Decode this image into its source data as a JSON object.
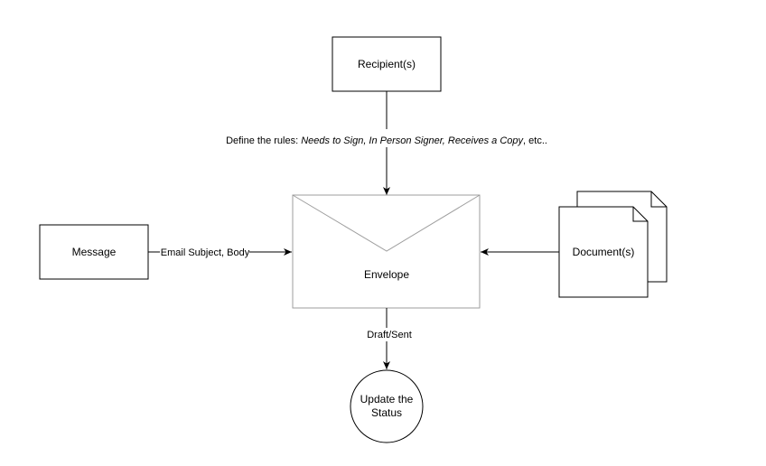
{
  "nodes": {
    "recipients": {
      "label": "Recipient(s)"
    },
    "message": {
      "label": "Message"
    },
    "envelope": {
      "label": "Envelope"
    },
    "documents": {
      "label": "Document(s)"
    },
    "status": {
      "label_line1": "Update the",
      "label_line2": "Status"
    }
  },
  "edges": {
    "recipients_to_envelope": {
      "prefix": "Define the rules: ",
      "rules": "Needs to Sign, In Person Signer, Receives a Copy",
      "suffix": ", etc.."
    },
    "message_to_envelope": {
      "label": "Email Subject, Body"
    },
    "envelope_to_status": {
      "label": "Draft/Sent"
    }
  },
  "colors": {
    "stroke": "#000000",
    "envelope_stroke": "#9e9e9e",
    "fill": "#ffffff"
  }
}
